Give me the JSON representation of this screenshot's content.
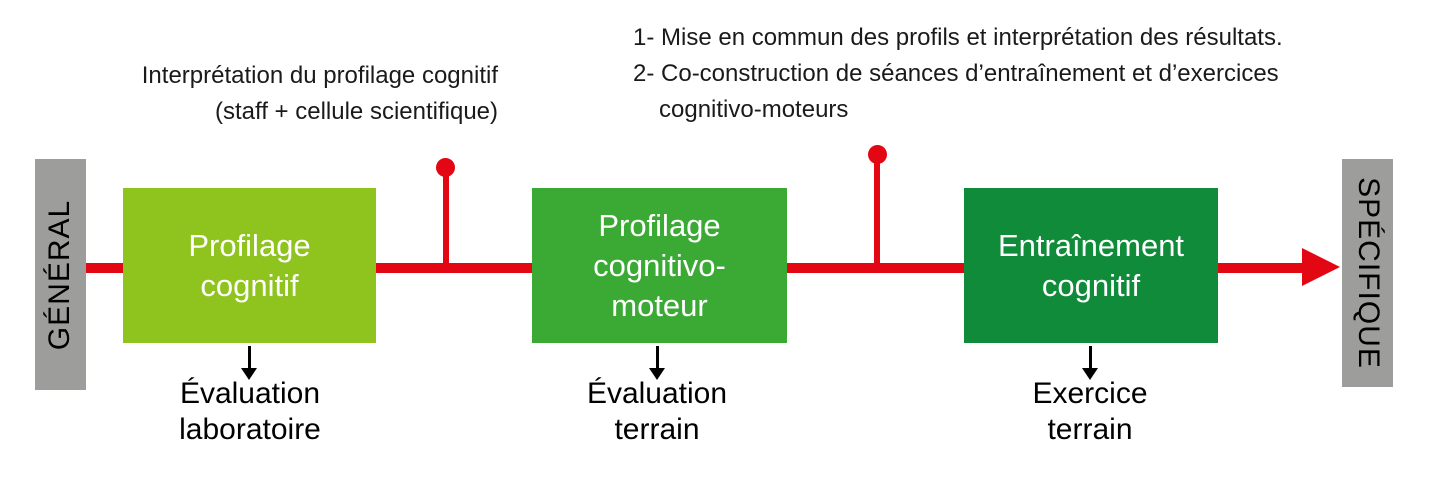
{
  "diagram": {
    "axis": {
      "left_label": "GÉNÉRAL",
      "right_label": "SPÉCIFIQUE"
    },
    "annotations": {
      "interpretation": {
        "line1": "Interprétation du profilage cognitif",
        "line2": "(staff + cellule scientifique)"
      },
      "co_construction": {
        "line1": "1- Mise en commun des profils et interprétation des résultats.",
        "line2": "2- Co-construction de séances d’entraînement et d’exercices",
        "line3": "cognitivo-moteurs"
      }
    },
    "stages": [
      {
        "label": "Profilage\ncognitif",
        "color": "#8fc31e",
        "output": "Évaluation\nlaboratoire"
      },
      {
        "label": "Profilage\ncognitivo-\nmoteur",
        "color": "#3aaa35",
        "output": "Évaluation\nterrain"
      },
      {
        "label": "Entraînement\ncognitif",
        "color": "#0f8b39",
        "output": "Exercice\nterrain"
      }
    ],
    "colors": {
      "arrow_red": "#e30613",
      "band_gray": "#9d9d9c",
      "box_text": "#ffffff",
      "text_black": "#1a1a1a"
    }
  }
}
